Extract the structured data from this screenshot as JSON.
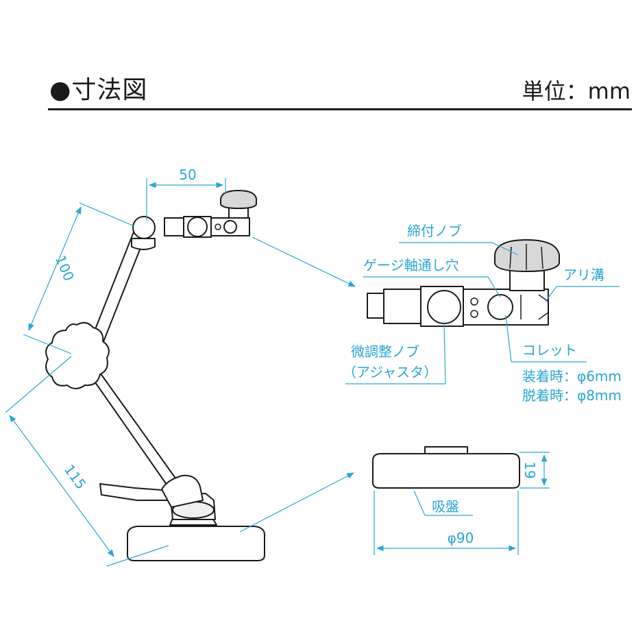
{
  "header": {
    "title": "●寸法図",
    "unit": "単位：mm"
  },
  "dimensions": {
    "d50": "50",
    "d100": "100",
    "d115": "115",
    "d19": "19",
    "d90": "φ90"
  },
  "labels": {
    "knob": "締付ノブ",
    "gauge_hole": "ゲージ軸通し穴",
    "dovetail": "アリ溝",
    "fine_knob": "微調整ノブ",
    "adjuster": "（アジャスタ）",
    "collet": "コレット",
    "attached": "装着時：φ6mm",
    "detached": "脱着時：φ8mm",
    "suction": "吸盤"
  },
  "colors": {
    "annotation": "#29a6d4",
    "line": "#1a1a1a"
  }
}
